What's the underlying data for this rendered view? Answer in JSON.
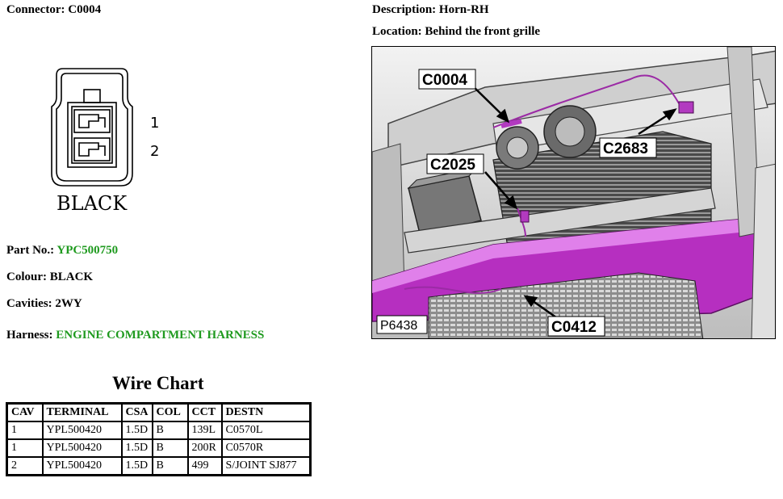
{
  "connector": {
    "label": "Connector:",
    "value": "C0004"
  },
  "description": {
    "label": "Description:",
    "value": "Horn-RH"
  },
  "location": {
    "label": "Location:",
    "value": "Behind the front grille"
  },
  "diagram": {
    "pin1": "1",
    "pin2": "2",
    "color_label": "BLACK"
  },
  "part_no": {
    "label": "Part No.:",
    "value": "YPC500750",
    "color": "#1f9a1f"
  },
  "colour": {
    "label": "Colour:",
    "value": "BLACK"
  },
  "cavities": {
    "label": "Cavities:",
    "value": "2WY"
  },
  "harness": {
    "label": "Harness:",
    "value": "ENGINE COMPARTMENT HARNESS",
    "color": "#1f9a1f"
  },
  "photo": {
    "callouts": [
      "C0004",
      "C2025",
      "C2683",
      "C0412"
    ],
    "ref": "P6438"
  },
  "wire_chart": {
    "title": "Wire Chart",
    "headers": [
      "CAV",
      "TERMINAL",
      "CSA",
      "COL",
      "CCT",
      "DESTN"
    ],
    "rows": [
      [
        "1",
        "YPL500420",
        "1.5D",
        "B",
        "139L",
        "C0570L"
      ],
      [
        "1",
        "YPL500420",
        "1.5D",
        "B",
        "200R",
        "C0570R"
      ],
      [
        "2",
        "YPL500420",
        "1.5D",
        "B",
        "499",
        "S/JOINT SJ877"
      ]
    ]
  }
}
